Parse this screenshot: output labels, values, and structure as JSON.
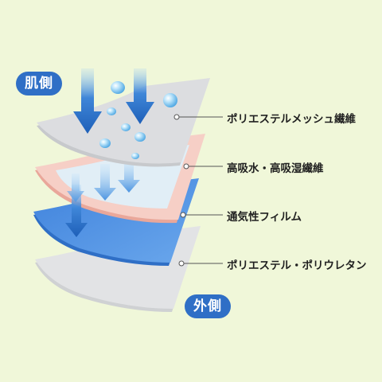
{
  "badges": {
    "inner_side": "肌側",
    "outer_side": "外側"
  },
  "layers": [
    {
      "label": "ポリエステルメッシュ繊維",
      "color": "#d8dadd"
    },
    {
      "label": "高吸水・高吸湿繊維",
      "color": "#f6cfc6"
    },
    {
      "label": "通気性フィルム",
      "color": "#4a8fe0"
    },
    {
      "label": "ポリエステル・ポリウレタン",
      "color": "#d9dadc"
    }
  ],
  "colors": {
    "background": "#f0f7d9",
    "badge": "#2f6fc6",
    "arrow": "#2f6fc6",
    "water_drop": "#7fc6ee"
  },
  "icons": [
    "down-arrow-icon",
    "water-drop-icon"
  ]
}
